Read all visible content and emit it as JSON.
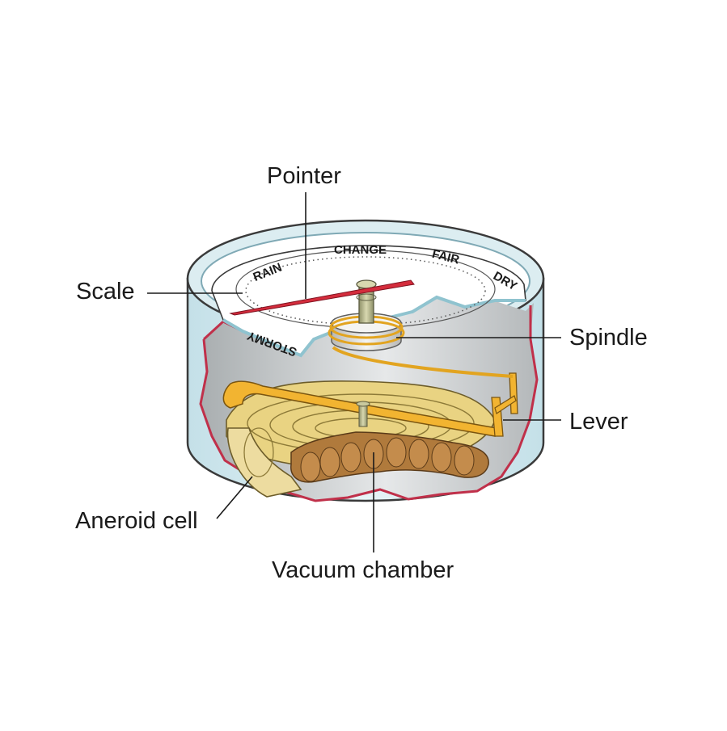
{
  "labels": {
    "pointer": "Pointer",
    "scale": "Scale",
    "spindle": "Spindle",
    "lever": "Lever",
    "aneroid_cell": "Aneroid cell",
    "vacuum_chamber": "Vacuum chamber"
  },
  "dial": {
    "rain": "RAIN",
    "change": "CHANGE",
    "fair": "FAIR",
    "dry": "DRY",
    "stormy": "STORMY"
  },
  "colors": {
    "case_fill": "#d9edf2",
    "case_edge": "#3a3a3a",
    "cutaway_edge": "#c0304a",
    "interior": "#cfd2d3",
    "pointer": "#d42c3c",
    "lever": "#f2b431",
    "aneroid": "#e9d382",
    "vacuum": "#b07a3c",
    "spindle": "#e8e8e6"
  }
}
